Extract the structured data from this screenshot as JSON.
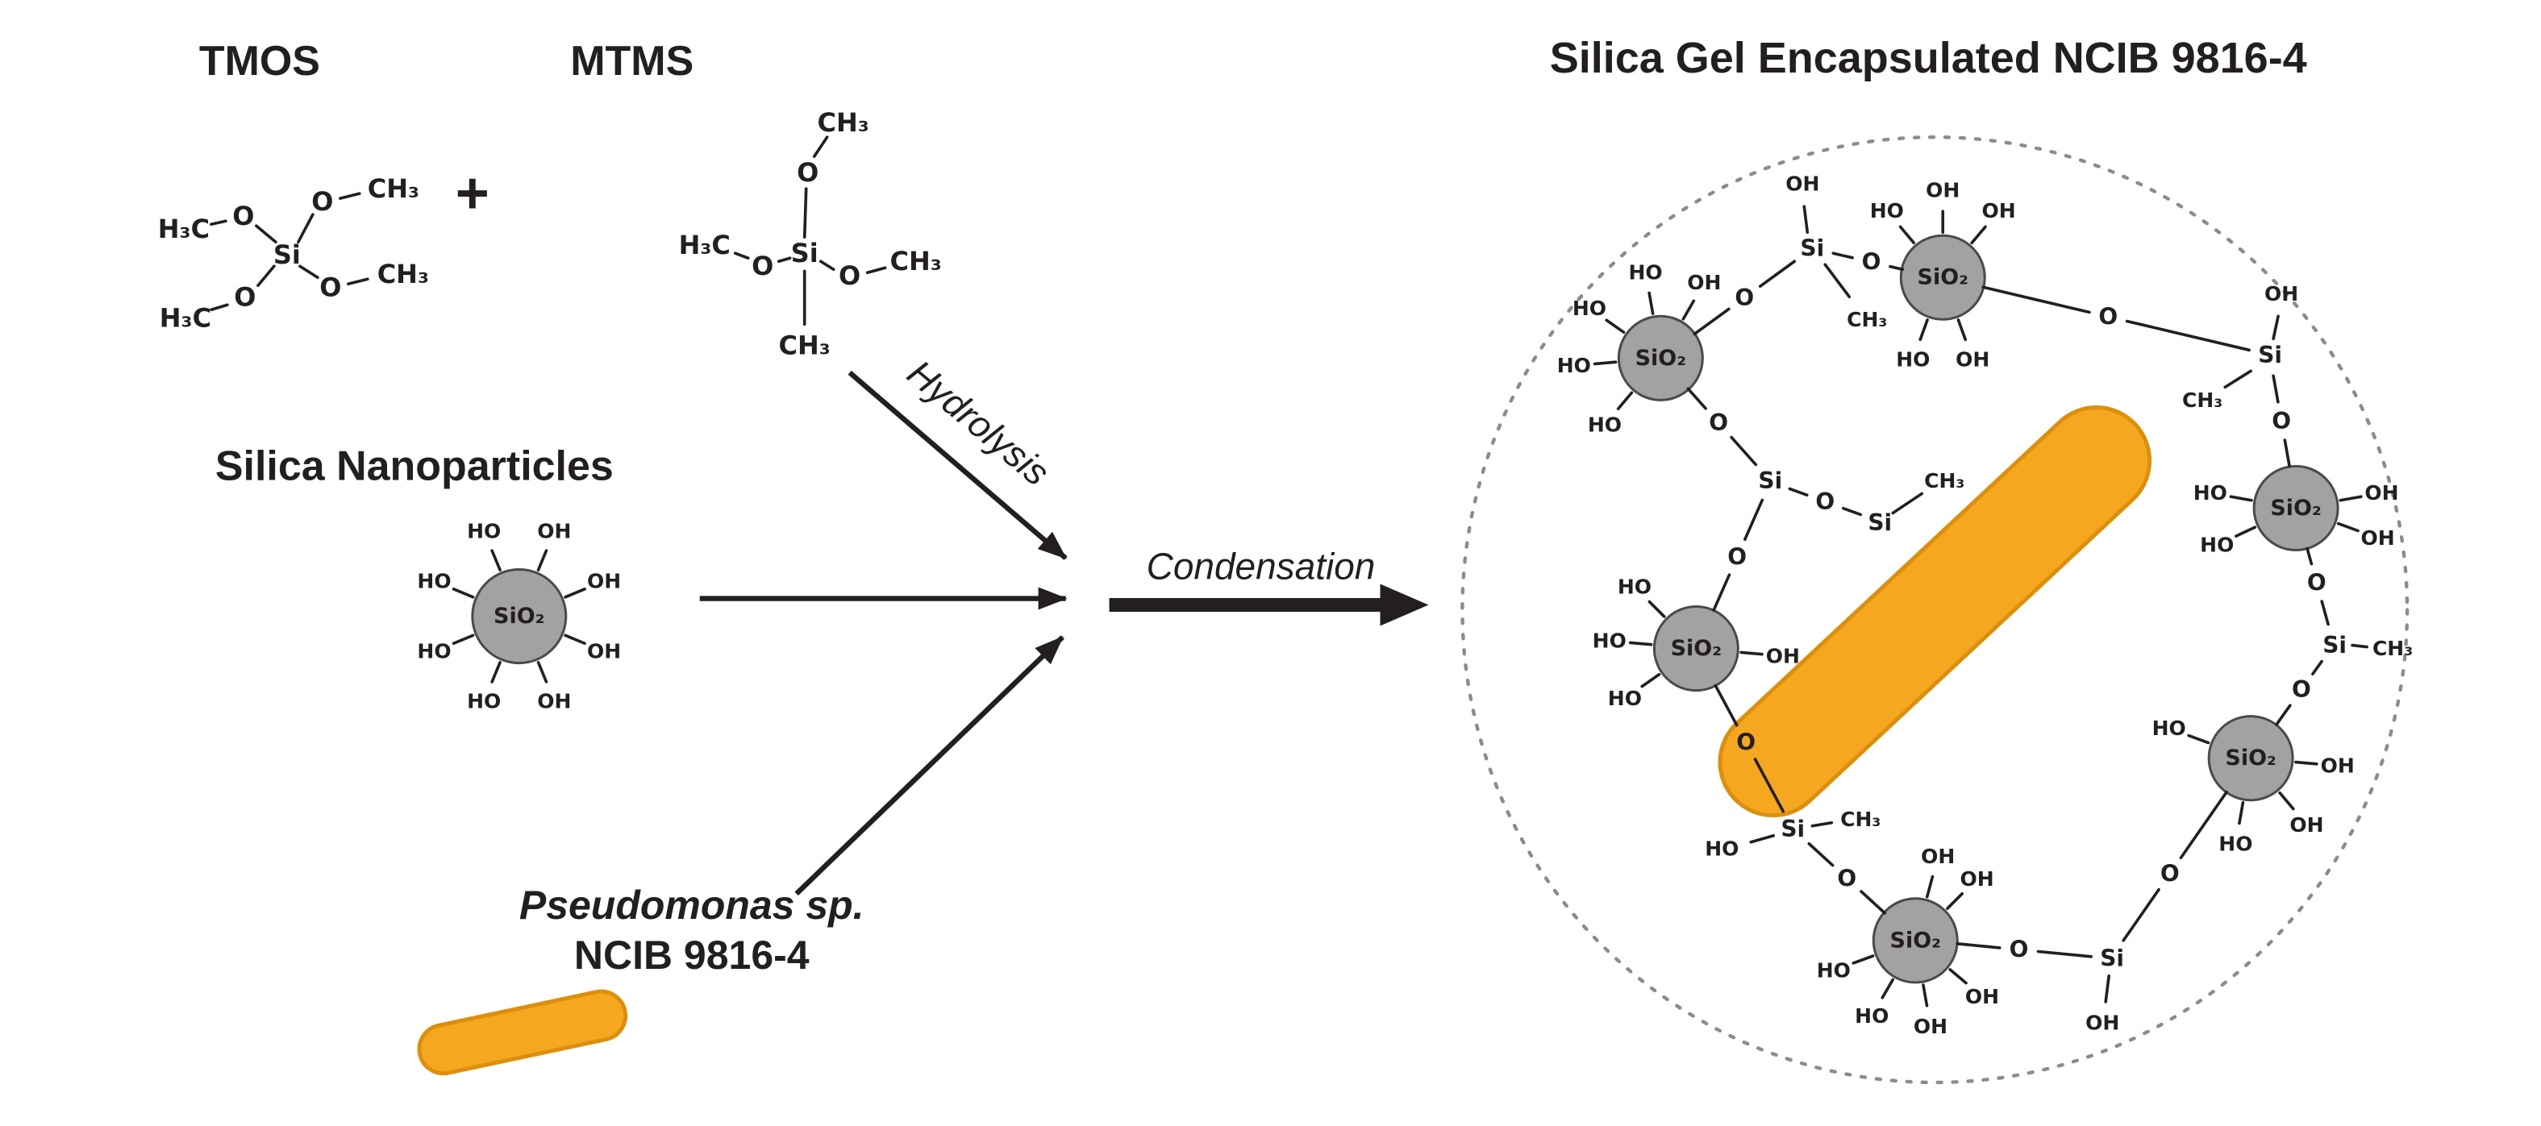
{
  "product_title": "Silica Gel Encapsulated NCIB 9816-4",
  "reactants": {
    "tmos_label": "TMOS",
    "mtms_label": "MTMS",
    "plus": "+",
    "silica_nanoparticles_label": "Silica Nanoparticles",
    "pseudomonas_line1": "Pseudomonas sp.",
    "pseudomonas_line2": "NCIB 9816-4"
  },
  "arrows": {
    "hydrolysis": "Hydrolysis",
    "condensation": "Condensation"
  },
  "labels": {
    "si": "Si",
    "o": "O",
    "oh": "OH",
    "ho": "HO",
    "ch3": "CH₃",
    "h3c": "H₃C",
    "sio2": "SiO₂"
  },
  "colors": {
    "background": "#FFFFFF",
    "ink": "#231F20",
    "bacterium_fill": "#F5A81F",
    "bacterium_stroke": "#DC8F0A",
    "nanoparticle_fill": "#A3A1A2",
    "nanoparticle_stroke": "#4A4A4A",
    "dotted_circle": "#8C8C8C"
  }
}
